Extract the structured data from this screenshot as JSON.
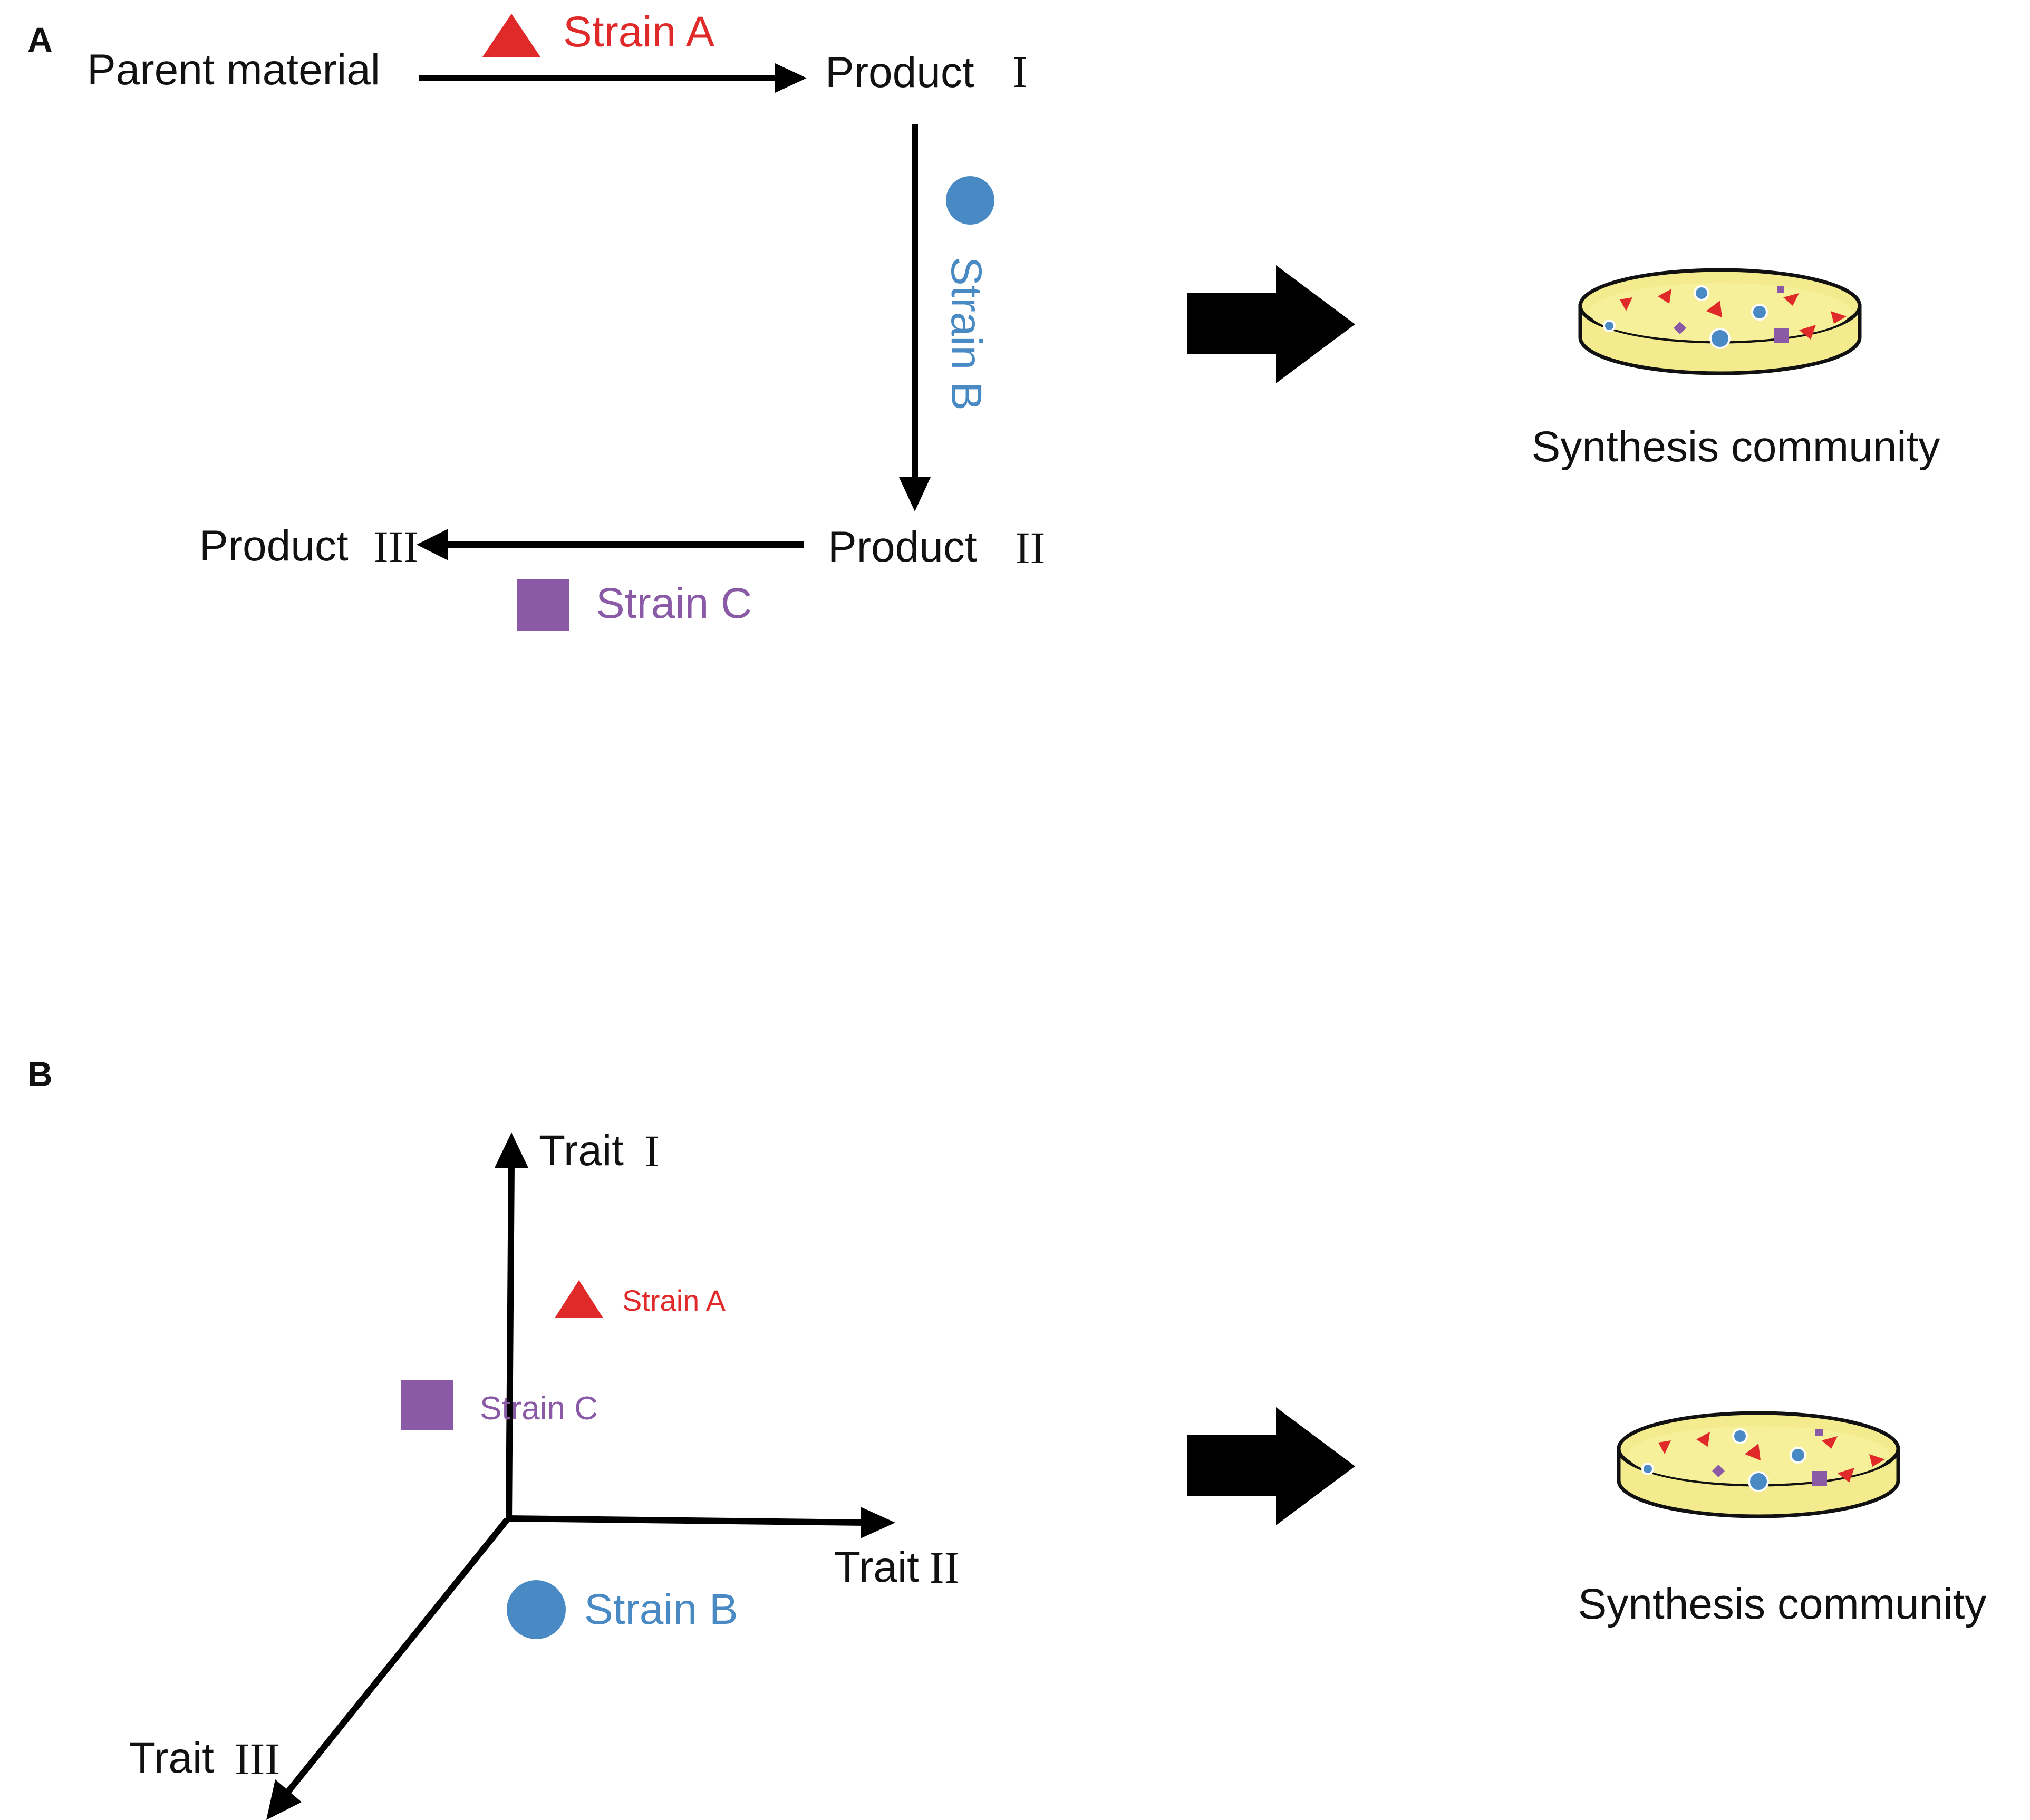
{
  "colors": {
    "strain_a": "#e02a2a",
    "strain_b": "#4a8ac4",
    "strain_c": "#8a5aa6",
    "ink": "#000000",
    "dish_fill": "#f4eb8e"
  },
  "panel_a": {
    "letter": "A",
    "parent_material": "Parent material",
    "product_1": "Product",
    "product_1_numeral": "I",
    "product_2": "Product",
    "product_2_numeral": "II",
    "product_3": "Product",
    "product_3_numeral": "III",
    "strain_a": "Strain A",
    "strain_b": "Strain B",
    "strain_c": "Strain C",
    "community_label": "Synthesis community"
  },
  "panel_b": {
    "letter": "B",
    "trait_1": "Trait",
    "trait_1_numeral": "I",
    "trait_2": "Trait",
    "trait_2_numeral": "II",
    "trait_3": "Trait",
    "trait_3_numeral": "III",
    "strain_a": "Strain A",
    "strain_b": "Strain B",
    "strain_c": "Strain C",
    "community_label": "Synthesis community"
  },
  "icons": {
    "strain_a_marker": "triangle-icon",
    "strain_b_marker": "circle-icon",
    "strain_c_marker": "square-icon",
    "big_arrow": "right-arrow-icon",
    "dish": "petri-dish-icon"
  }
}
